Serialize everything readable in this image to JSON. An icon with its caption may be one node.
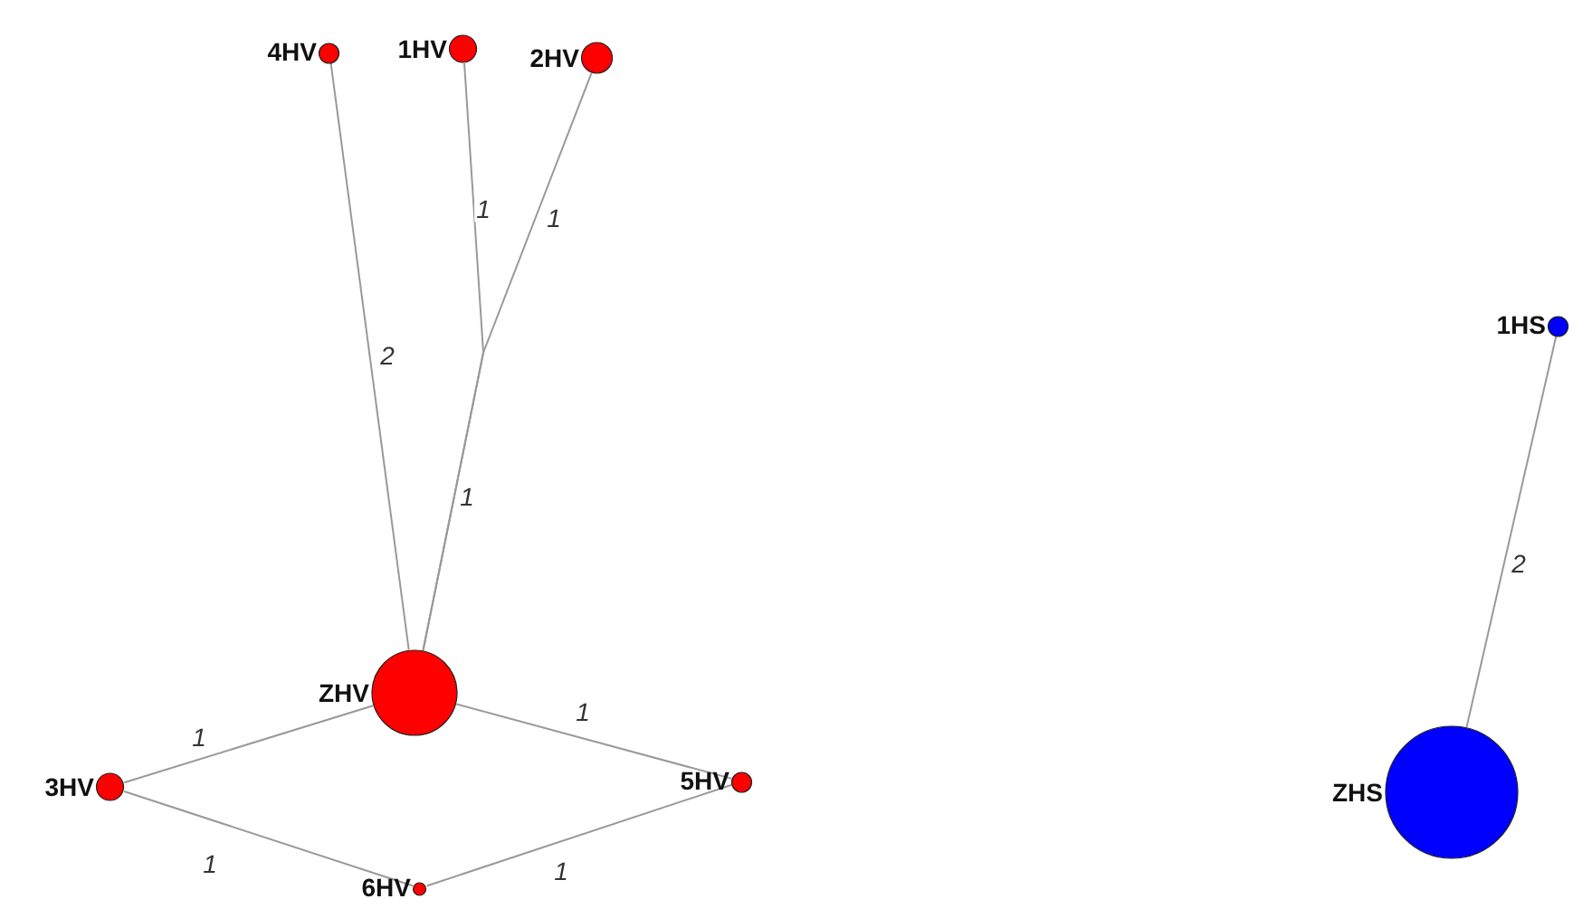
{
  "diagram": {
    "nodes": [
      {
        "text": [
          "4HV"
        ]
      },
      {
        "text": [
          "1HV"
        ]
      },
      {
        "text": [
          "2HV"
        ]
      },
      {
        "text": [
          "ZHV"
        ]
      },
      {
        "text": [
          "3HV"
        ]
      },
      {
        "text": [
          "5HV"
        ]
      },
      {
        "text": [
          "6HV"
        ]
      },
      {
        "text": [
          "1HS"
        ]
      },
      {
        "text": [
          "ZHS"
        ]
      }
    ],
    "edges": [
      {
        "from": 0,
        "to": 3,
        "arrow": "none",
        "label": "2"
      },
      {
        "from": 1,
        "to": 3,
        "arrow": "none",
        "label": "1"
      },
      {
        "from": 2,
        "to": 3,
        "arrow": "none",
        "label": "1"
      },
      {
        "from": 3,
        "to": 4,
        "arrow": "none",
        "label": "1"
      },
      {
        "from": 3,
        "to": 5,
        "arrow": "none",
        "label": "1"
      },
      {
        "from": 4,
        "to": 6,
        "arrow": "none",
        "label": "1"
      },
      {
        "from": 6,
        "to": 5,
        "arrow": "none",
        "label": "1"
      },
      {
        "from": 7,
        "to": 8,
        "arrow": "none",
        "label": "2"
      }
    ],
    "labels": [
      "1"
    ]
  }
}
